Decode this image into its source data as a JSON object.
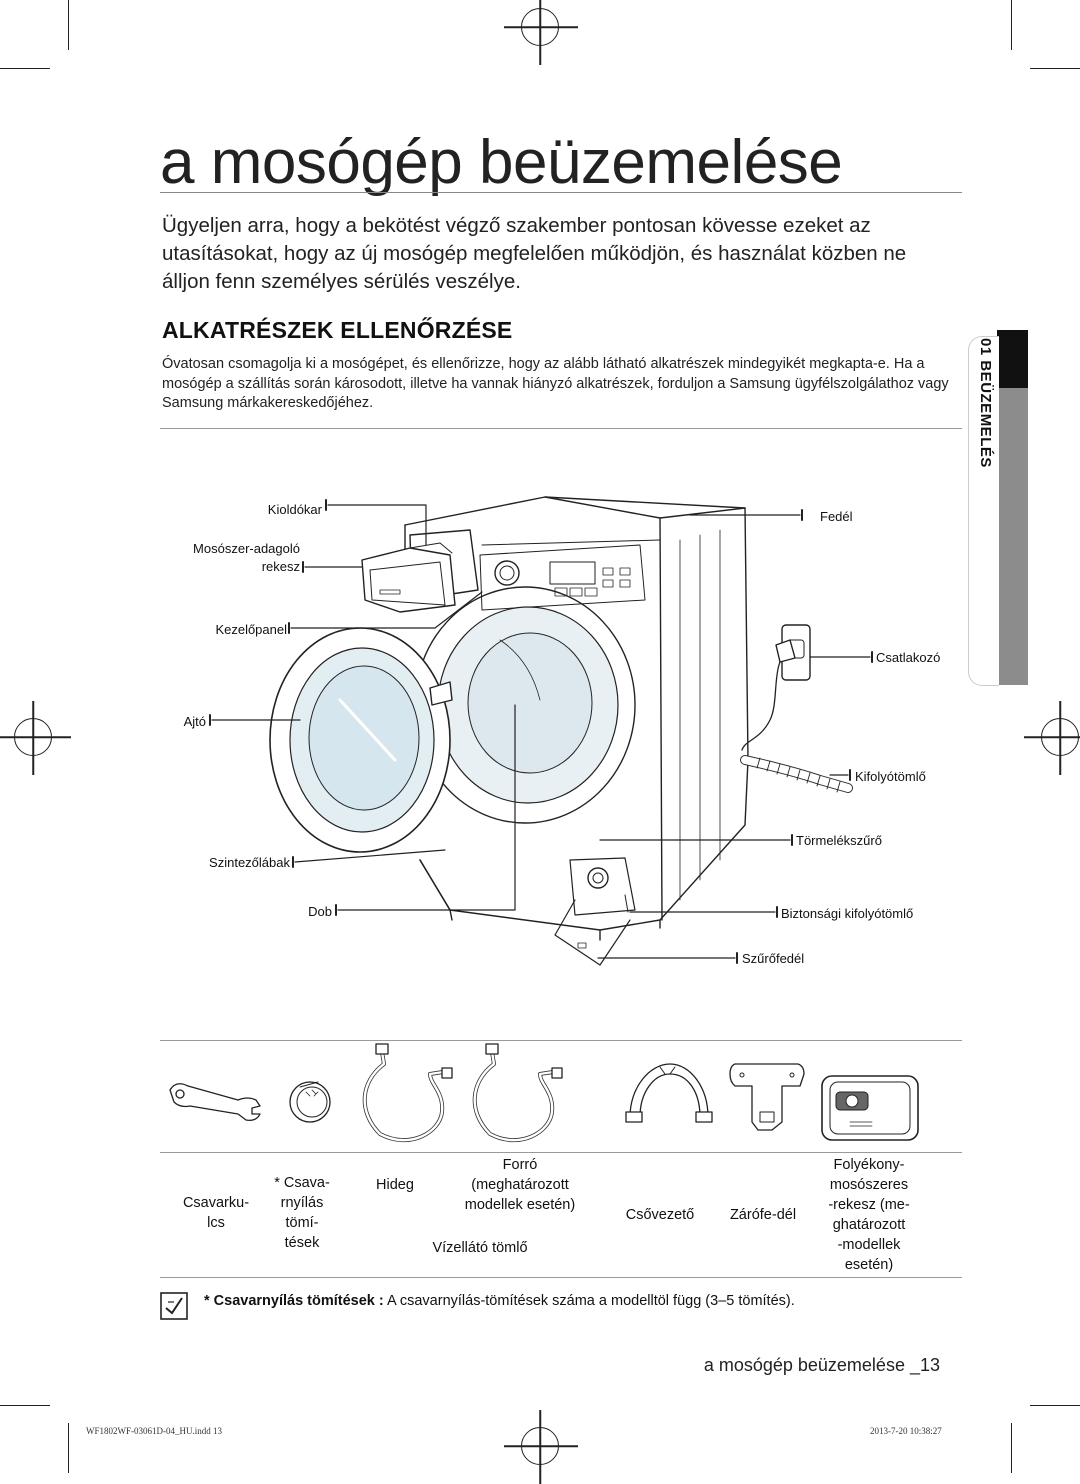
{
  "page": {
    "title": "a mosógép beüzemelése",
    "intro": "Ügyeljen arra, hogy a bekötést végző szakember pontosan kövesse ezeket az utasításokat, hogy az új mosógép megfelelően működjön, és használat közben ne álljon fenn személyes sérülés veszélye."
  },
  "side_tab": {
    "label": "01 BEÜZEMELÉS"
  },
  "section": {
    "title": "ALKATRÉSZEK ELLENŐRZÉSE",
    "body": "Óvatosan csomagolja ki a mosógépet, és ellenőrizze, hogy az alább látható alkatrészek mindegyikét megkapta-e. Ha a mosógép a szállítás során károsodott, illetve ha vannak hiányzó alkatrészek, forduljon a Samsung ügyfélszolgálathoz vagy Samsung márkakereskedőjéhez."
  },
  "diagram_labels": {
    "kioldokar": "Kioldókar",
    "adagolo_1": "Mosószer-adagoló",
    "adagolo_2": "rekesz",
    "kezelopanel": "Kezelőpanel",
    "ajto": "Ajtó",
    "szintezolabak": "Szintezőlábak",
    "dob": "Dob",
    "fedel": "Fedél",
    "csatlakozo": "Csatlakozó",
    "kifolyotomlo": "Kifolyótömlő",
    "tormelekszuro": "Törmelékszűrő",
    "biztonsagi": "Biztonsági kifolyótömlő",
    "szurofedel": "Szűrőfedél"
  },
  "accessories": {
    "wrench": [
      "Csavarku-",
      "lcs"
    ],
    "caps": [
      "* Csava-",
      "rnyílás",
      "tömí-",
      "tések"
    ],
    "cold": [
      "Hideg"
    ],
    "hot": [
      "Forró",
      "(meghatározott",
      "modellek esetén)"
    ],
    "hose_label": "Vízellátó tömlő",
    "elbow": [
      "Csővezető"
    ],
    "plug": [
      "Zárófe-dél"
    ],
    "liquid": [
      "Folyékony-",
      "mosószeres",
      "-rekesz (me-",
      "ghatározott",
      "-modellek",
      "esetén)"
    ]
  },
  "note": {
    "bold": "* Csavarnyílás tömítések :",
    "text": " A csavarnyílás-tömítések száma a modelltöl függ (3–5 tömítés)."
  },
  "footer": {
    "title": "a mosógép beüzemelése _13",
    "slug_left": "WF1802WF-03061D-04_HU.indd 13",
    "slug_right": "2013-7-20 10:38:27"
  }
}
